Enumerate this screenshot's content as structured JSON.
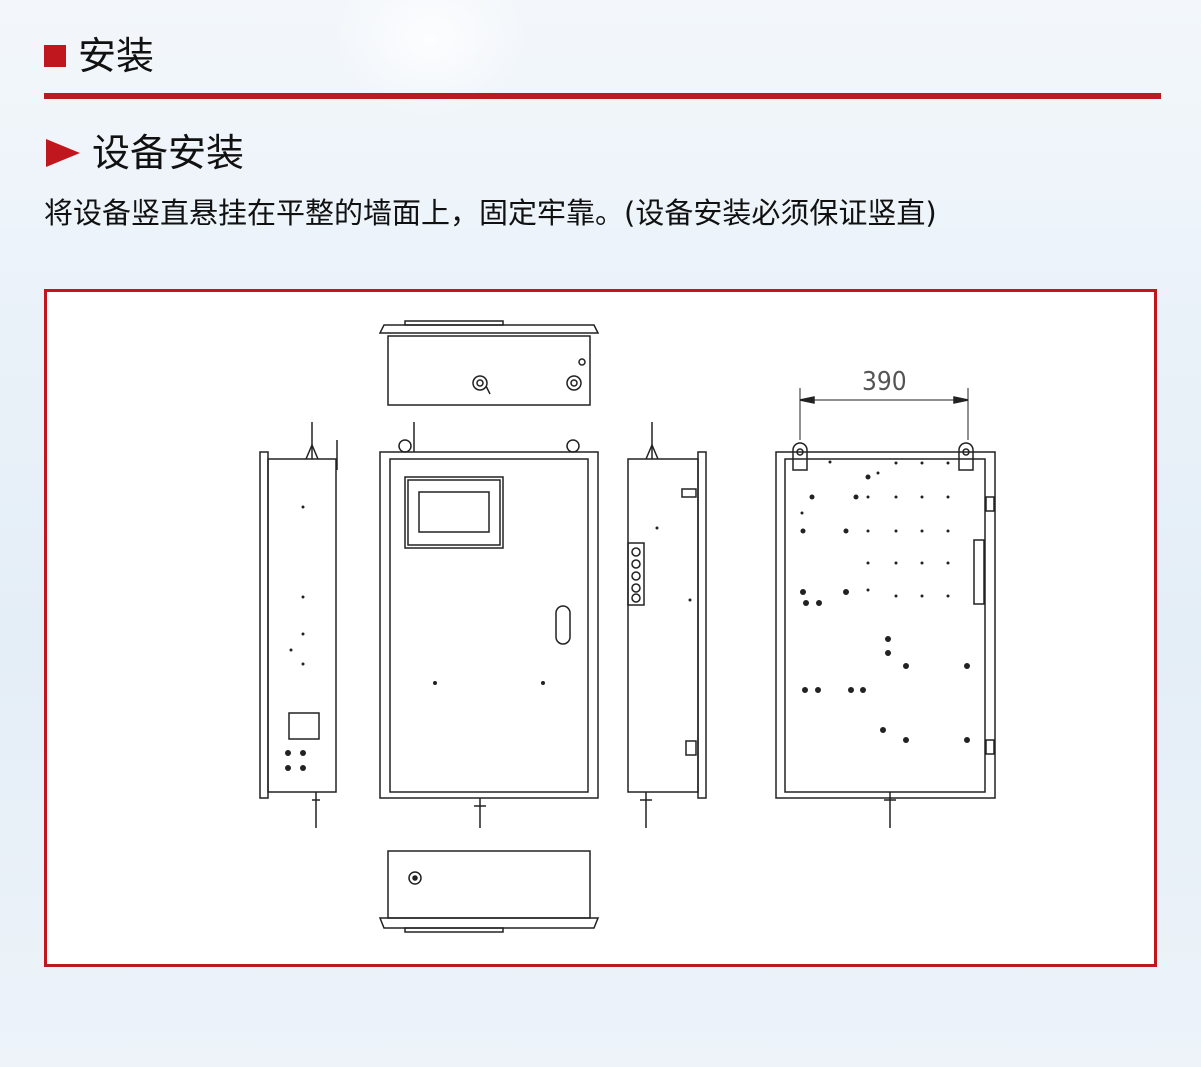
{
  "section": {
    "title": "安装",
    "accent_color": "#c0161d"
  },
  "subsection": {
    "title": "设备安装"
  },
  "description": "将设备竖直悬挂在平整的墙面上，固定牢靠。(设备安装必须保证竖直)",
  "drawing": {
    "dimension_label": "390",
    "views": [
      "top-view",
      "left-side-view",
      "front-view",
      "right-side-view",
      "back-view",
      "bottom-view"
    ]
  }
}
